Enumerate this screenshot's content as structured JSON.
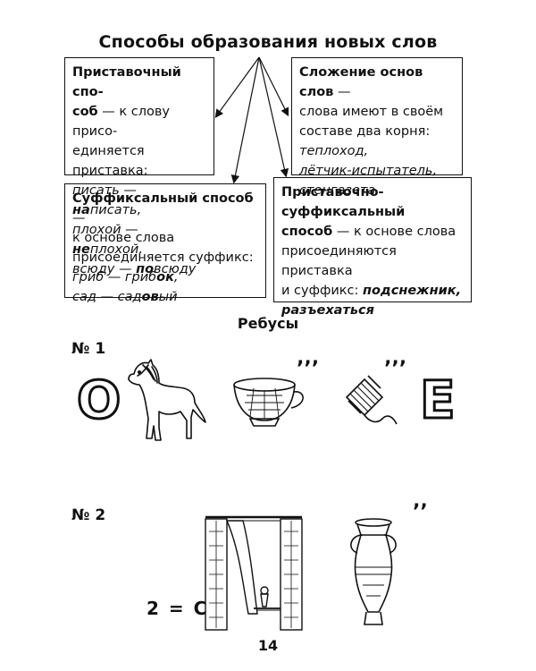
{
  "title": "Способы образования новых слов",
  "box1": {
    "name_a": "Приставочный спо-",
    "name_b": "соб",
    "desc_a": " — к слову присо-",
    "desc_b": "единяется приставка:",
    "ex1_a": "писать — ",
    "ex1_b": "на",
    "ex1_c": "писать,",
    "ex2_a": "плохой — ",
    "ex2_b": "не",
    "ex2_c": "плохой,",
    "ex3_a": "всюду — ",
    "ex3_b": "по",
    "ex3_c": "всюду"
  },
  "box2": {
    "name": "Сложение основ слов",
    "desc_a": " —",
    "desc_b": "слова имеют в своём",
    "desc_c": "составе два корня:",
    "ex1": "теплоход,",
    "ex2": "лётчик-испытатель,",
    "ex3": "стенгазета"
  },
  "box3": {
    "name": "Суффиксальный способ",
    "desc_a": " —",
    "desc_b": "к основе слова",
    "desc_c": "присоединяется суффикс:",
    "ex1_a": "гриб — гриб",
    "ex1_b": "ок",
    "ex1_c": ",",
    "ex2_a": "сад — сад",
    "ex2_b": "ов",
    "ex2_c": "ый"
  },
  "box4": {
    "name_a": "Приставочно-",
    "name_b": "суффиксальный",
    "name_c": "способ",
    "desc_a": " — к основе слова",
    "desc_b": "присоединяются приставка",
    "desc_c": "и суффикс: ",
    "ex1": "подснежник,",
    "ex2": "разъехаться"
  },
  "rebus_title": "Ребусы",
  "rebus1": {
    "number": "№ 1",
    "letter_start": "О",
    "mark1": "’’’",
    "mark2": "’’’",
    "letter_end": "Е"
  },
  "rebus2": {
    "number": "№ 2",
    "equation": "2 = С",
    "mark": "’’"
  },
  "page_number": "14"
}
